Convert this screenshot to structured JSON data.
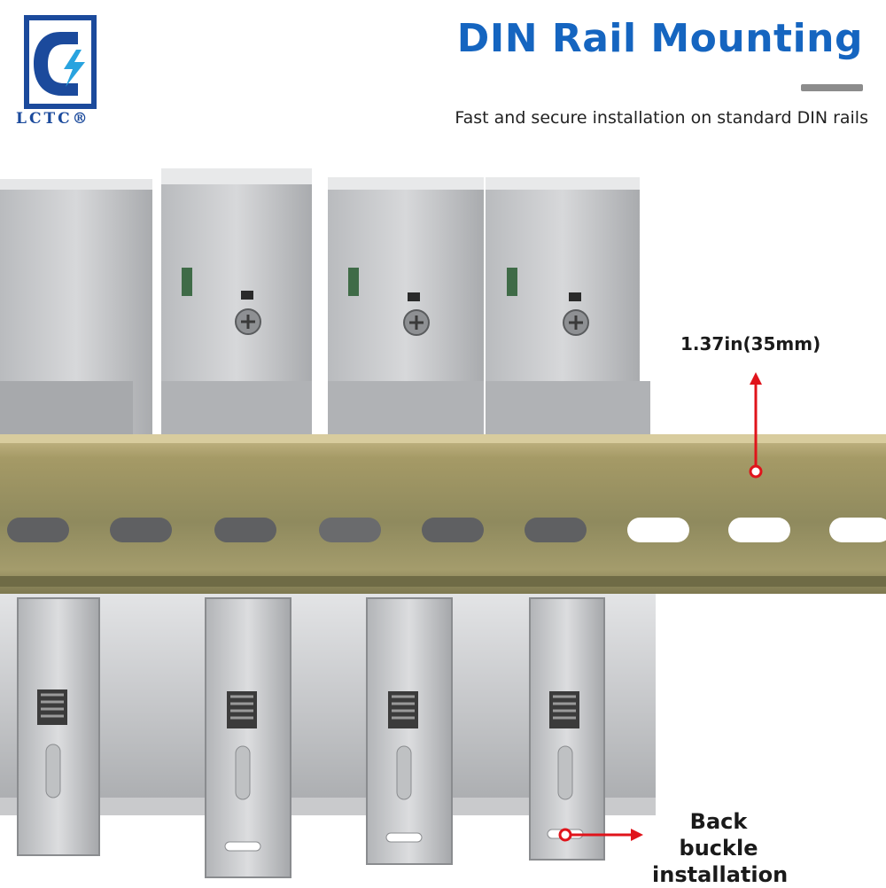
{
  "brand": {
    "logo_text": "LCTC®"
  },
  "header": {
    "title": "DIN Rail Mounting",
    "subtitle": "Fast and secure installation on standard DIN rails"
  },
  "annotations": {
    "rail_height": "1.37in(35mm)",
    "back_buckle_line1": "Back buckle",
    "back_buckle_line2": "installation"
  },
  "colors": {
    "brand_blue": "#1565c0",
    "arrow_red": "#e0141b",
    "rail_olive": "#9c9560",
    "housing_silver": "#c8c9cb"
  },
  "icons": {
    "logo": "lctc-lightning-c-logo"
  }
}
